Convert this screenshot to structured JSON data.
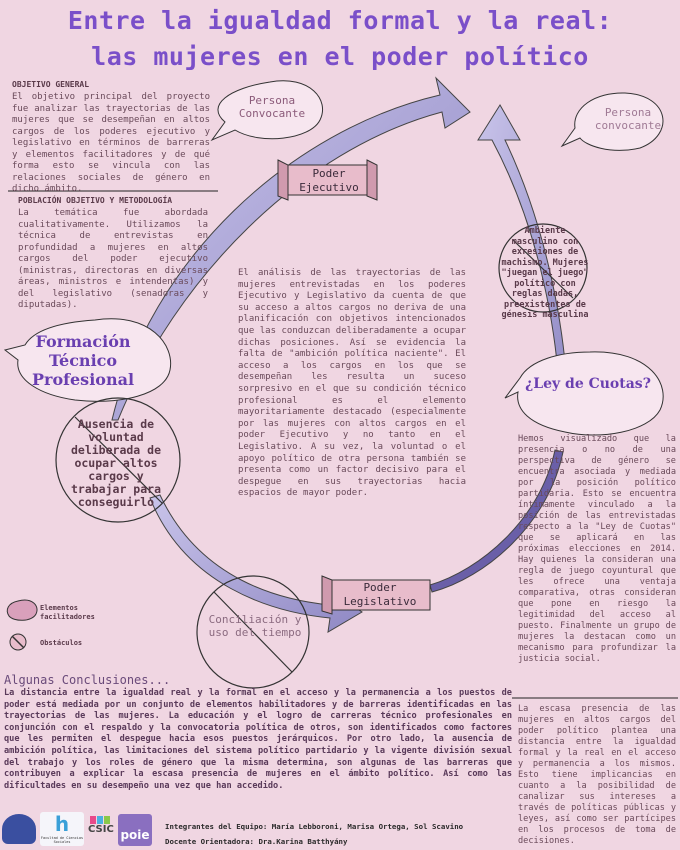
{
  "title": {
    "line1": "Entre la igualdad formal y la real:",
    "line2": "las mujeres en el poder político"
  },
  "objetivo": {
    "heading": "OBJETIVO GENERAL",
    "text": "El objetivo principal del proyecto fue analizar las trayectorias de las mujeres que se desempeñan en altos cargos de los poderes ejecutivo y legislativo en términos de barreras y elementos facilitadores y de qué forma esto se vincula con las relaciones sociales de género en dicho ámbito."
  },
  "poblacion": {
    "heading": "POBLACIÓN OBJETIVO Y METODOLOGÍA",
    "text": "La temática fue abordada cualitativamente. Utilizamos la técnica de entrevistas en profundidad a mujeres en altos cargos del poder ejecutivo (ministras, directoras en diversas áreas, ministros e intendentas) y del legislativo (senadoras y diputadas)."
  },
  "center": {
    "text": "El análisis de las trayectorias de las mujeres entrevistadas en los poderes Ejecutivo y Legislativo da cuenta de que su acceso a altos cargos no deriva de una planificación con objetivos intencionados que las conduzcan deliberadamente a ocupar dichas posiciones. Así se evidencia la falta de \"ambición política naciente\". El acceso a los cargos en los que se desempeñan les resulta un suceso sorpresivo en el que su condición técnico profesional es el elemento mayoritariamente destacado (especialmente por las mujeres con altos cargos en el poder Ejecutivo y no tanto en el Legislativo. A su vez, la voluntad o el apoyo político de otra persona también se presenta como un factor decisivo para el despegue en sus trayectorias hacia espacios de mayor poder."
  },
  "bubbles": {
    "persona_left": "Persona\nConvocante",
    "persona_right": "Persona\nconvocante",
    "formacion": "Formación\nTécnico\nProfesional",
    "cuotas": "¿Ley de Cuotas?"
  },
  "banners": {
    "ejecutivo": "Poder\nEjecutivo",
    "legislativo": "Poder\nLegislativo"
  },
  "obstacles": {
    "ambiente": "Ambiente masculino con exresiones de machismo. Mujeres \"juegan el juego\" político con reglas dadas, preexistentes de génesis masculina",
    "ausencia": "Ausencia de voluntad deliberada de ocupar altos cargos y trabajar para conseguirlo",
    "conciliacion": "Conciliación y uso del tiempo"
  },
  "right_text": {
    "p1": "Hemos visualizado que la presencia o no de una perspectiva de género se encuentra asociada y mediada por la posición político partidaria. Esto se encuentra íntimamente vinculado a la posición de las entrevistadas respecto a la \"Ley de Cuotas\" que se aplicará en las próximas elecciones en 2014. Hay quienes la consideran una regla de juego coyuntural que les ofrece una ventaja comparativa, otras consideran que pone en riesgo la legitimidad del acceso al puesto. Finalmente un grupo de mujeres la destacan como un mecanismo para profundizar la justicia social.",
    "p2": "La escasa presencia de las mujeres en altos cargos del poder político plantea una distancia entre la igualdad formal y la real en el acceso y permanencia a los mismos. Esto tiene implicancias en cuanto a la posibilidad de canalizar sus intereses a través de políticas públicas y leyes, así como ser partícipes en los procesos de toma de decisiones."
  },
  "legend": {
    "facilitadores": "Elementos\nfacilitadores",
    "obstaculos": "Obstáculos"
  },
  "conclusiones": {
    "heading": "Algunas Conclusiones...",
    "text": "La distancia entre la igualdad real y la formal en el acceso y la permanencia a los puestos de poder está mediada por un conjunto de elementos habilitadores y de barreras identificadas en las trayectorias de las mujeres. La educación y el logro de carreras técnico profesionales en conjunción con el respaldo y la convocatoria política de otros, son identificados como factores que les permiten el despegue hacia esos puestos jerárquicos. Por otro lado, la ausencia de ambición política, las limitaciones del sistema político partidario y la vigente división sexual del trabajo y los roles de género que la misma determina, son algunas de las barreras que contribuyen a explicar la escasa presencia de mujeres en el ámbito político.  Así como las dificultades en su desempeño una vez que han accedido."
  },
  "footer": {
    "team": "Integrantes del Equipo: María Lebboroni, Marisa Ortega, Sol Scavino",
    "docente": "Docente Orientadora: Dra.Karina Batthyány",
    "logo_fcs": "Facultad de Ciencias Sociales",
    "logo_csic": "CSIC",
    "logo_poie": "poie"
  },
  "colors": {
    "background": "#f0d6e2",
    "title": "#7a4fc9",
    "arrow": "#a9a2d6",
    "banner": "#e8bccb"
  }
}
